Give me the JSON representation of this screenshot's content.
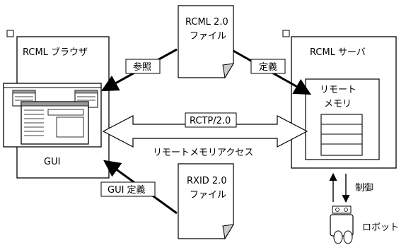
{
  "browser": {
    "title": "RCML ブラウザ",
    "gui_label": "GUI"
  },
  "server": {
    "title": "RCML サーバ",
    "memory_line1": "リモート",
    "memory_line2": "メモリ"
  },
  "rcml_file": {
    "line1": "RCML 2.0",
    "line2": "ファイル"
  },
  "rxid_file": {
    "line1": "RXID 2.0",
    "line2": "ファイル"
  },
  "labels": {
    "reference": "参照",
    "definition": "定義",
    "gui_definition": "GUI 定義",
    "protocol": "RCTP/2.0",
    "remote_memory_access": "リモートメモリアクセス",
    "control": "制御",
    "robot": "ロボット"
  }
}
